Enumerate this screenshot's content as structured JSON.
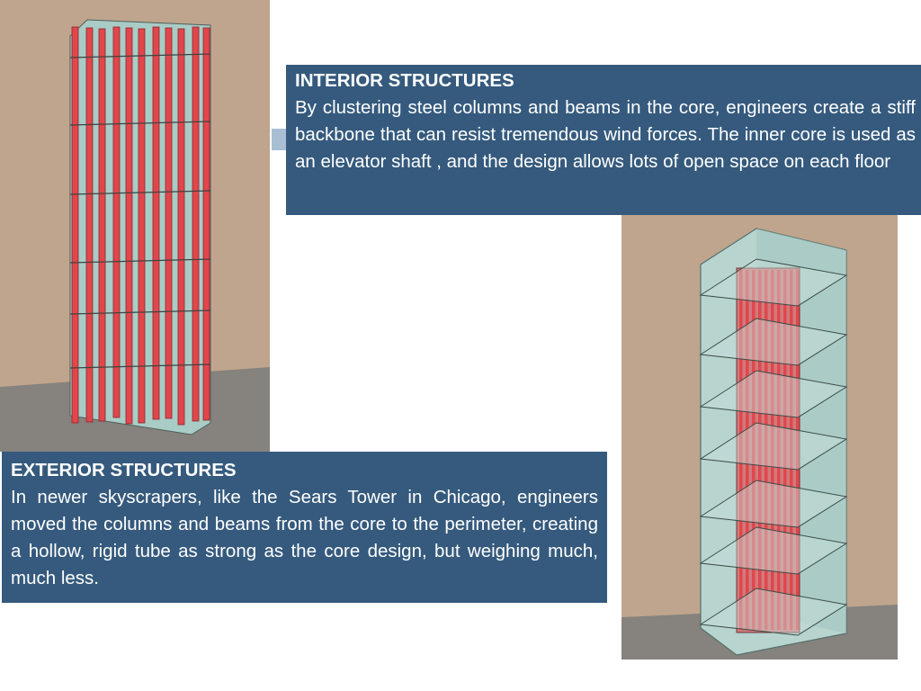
{
  "slide": {
    "interior": {
      "title": "INTERIOR STRUCTURES",
      "body": "By clustering steel columns and beams in the core, engineers create a stiff backbone that can resist tremendous wind forces. The inner core is used as an elevator shaft , and the design allows lots of open space on each floor"
    },
    "exterior": {
      "title": "EXTERIOR STRUCTURES",
      "body": "In newer skyscrapers, like the Sears Tower in Chicago, engineers moved the columns and beams from the core to the perimeter, creating a hollow, rigid tube as strong as the core design, but weighing much, much less."
    }
  },
  "colors": {
    "caption_background": "#355a7d",
    "caption_text": "#ffffff",
    "wall": "#bfa58d",
    "floor": "#86827d",
    "steel": "#e2464b",
    "glass": "#a9ccc6"
  }
}
